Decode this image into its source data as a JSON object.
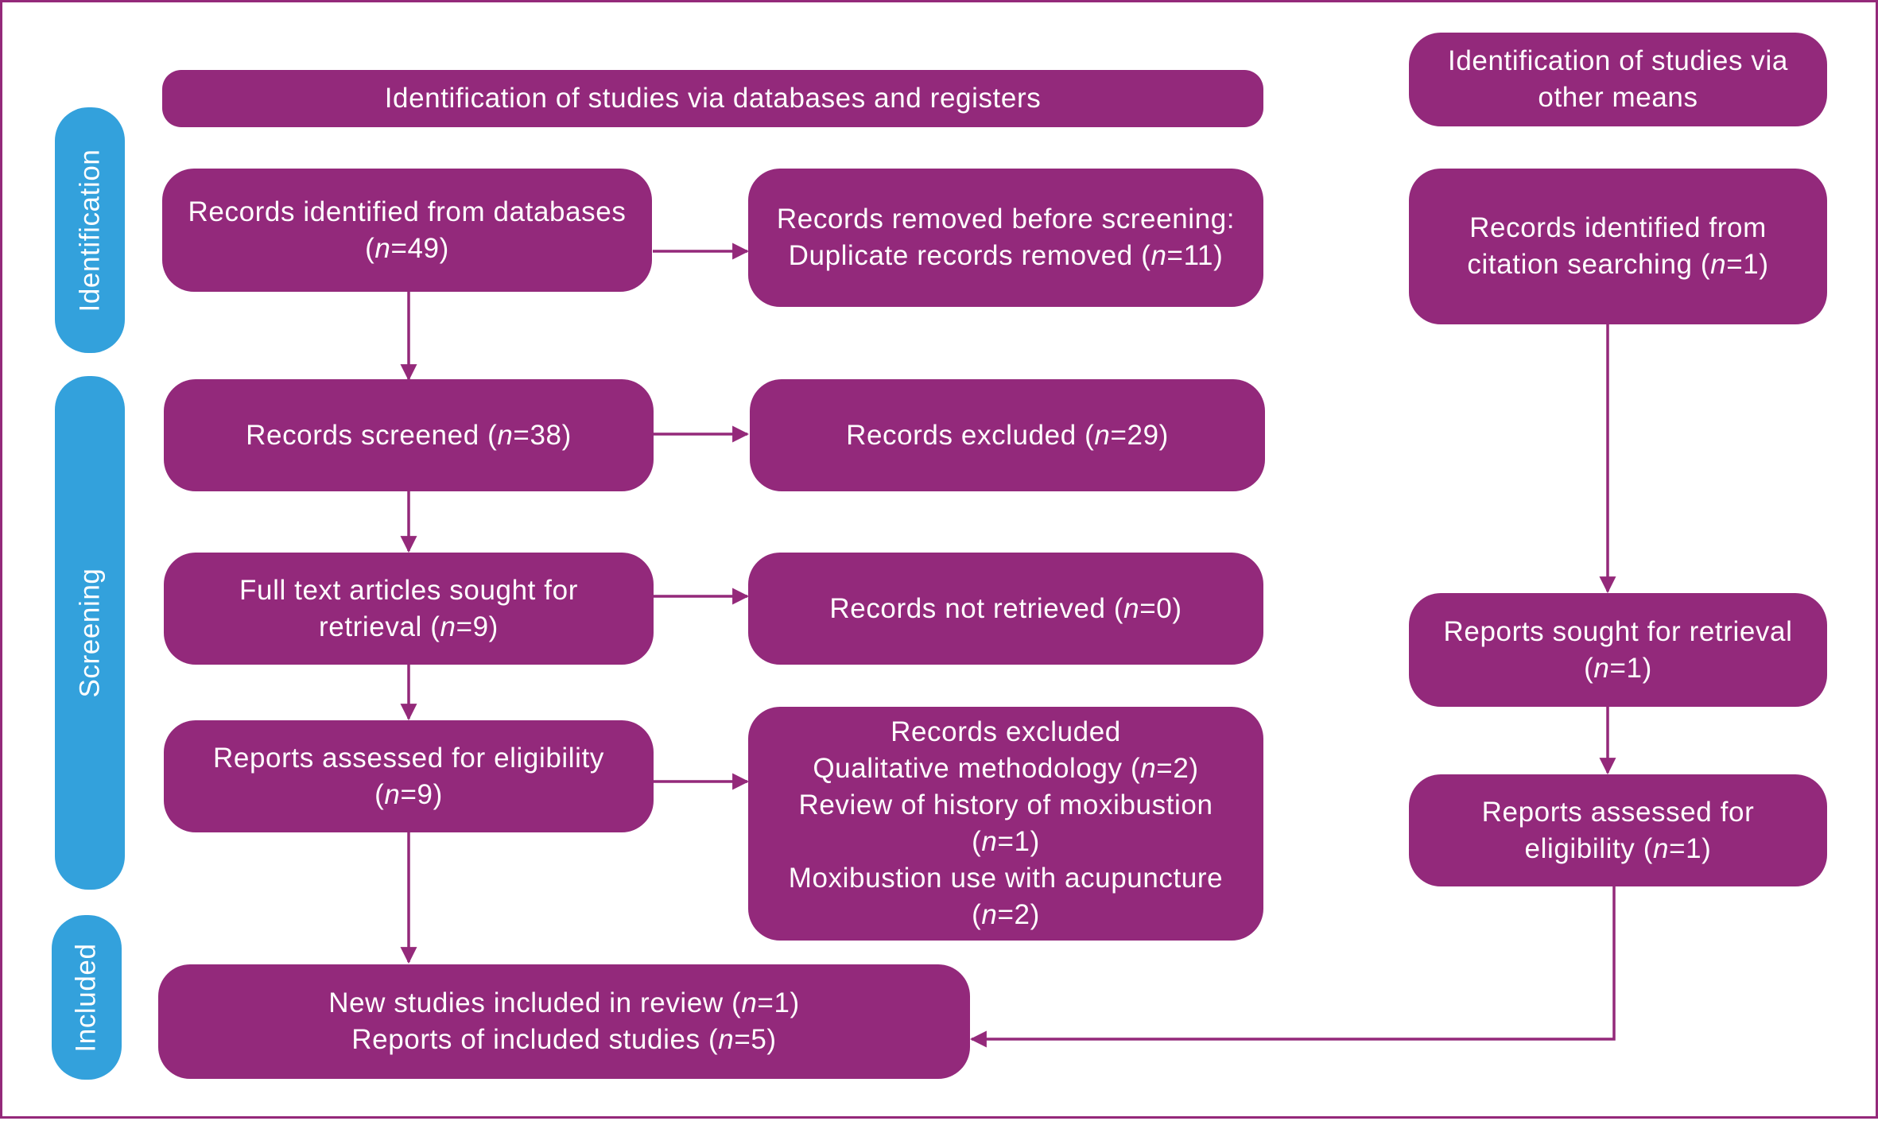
{
  "colors": {
    "box": "#93297b",
    "stage": "#33a1dc",
    "arrow": "#94297a",
    "border": "#94297a"
  },
  "headers": {
    "databases": "Identification of studies via databases and registers",
    "other_line1": "Identification of studies via",
    "other_line2": "other means"
  },
  "stages": {
    "identification": "Identification",
    "screening": "Screening",
    "included": "Included"
  },
  "n_label": "n",
  "boxes": {
    "db_identified": {
      "line1": "Records identified from databases",
      "pre": "(",
      "value": "=49)"
    },
    "removed": {
      "line1": "Records removed before screening:",
      "pre": "Duplicate records removed (",
      "value": "=11)"
    },
    "citation": {
      "line1": "Records identified from",
      "pre": "citation searching (",
      "value": "=1)"
    },
    "screened": {
      "pre": "Records screened (",
      "value": "=38)"
    },
    "excluded": {
      "pre": "Records excluded (",
      "value": "=29)"
    },
    "fulltext": {
      "line1": "Full text articles sought for",
      "pre": "retrieval (",
      "value": "=9)"
    },
    "not_retrieved": {
      "pre": "Records not retrieved (",
      "value": "=0)"
    },
    "reports_sought": {
      "line1": "Reports sought for retrieval",
      "pre": "(",
      "value": "=1)"
    },
    "assessed": {
      "line1": "Reports assessed for eligibility",
      "pre": "(",
      "value": "=9)"
    },
    "excluded_reasons": {
      "line1": "Records excluded",
      "r1_pre": "Qualitative methodology (",
      "r1_value": "=2)",
      "r2_line": "Review of history of moxibustion",
      "r2_pre": "(",
      "r2_value": "=1)",
      "r3_line": "Moxibustion use with acupuncture",
      "r3_pre": "(",
      "r3_value": "=2)"
    },
    "assessed_other": {
      "line1": "Reports assessed for",
      "pre": "eligibility (",
      "value": "=1)"
    },
    "included": {
      "l1_pre": "New studies included in review (",
      "l1_value": "=1)",
      "l2_pre": "Reports of included studies (",
      "l2_value": "=5)"
    }
  }
}
